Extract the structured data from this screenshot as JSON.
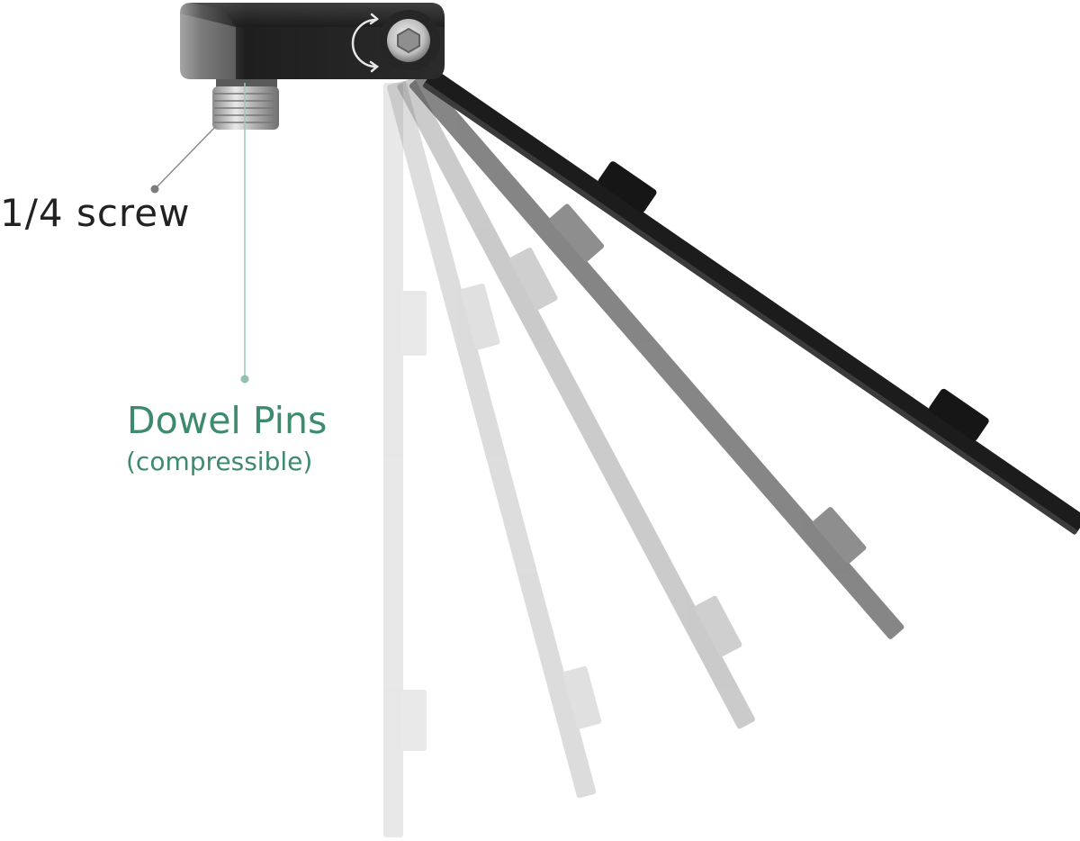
{
  "labels": {
    "screw": "1/4 screw",
    "dowel_title": "Dowel Pins",
    "dowel_subtitle": "(compressible)"
  },
  "colors": {
    "accent_green": "#3d8b6c",
    "callout_green_line": "#9cc9b6",
    "callout_gray_line": "#8a8a8a",
    "text_dark": "#222222",
    "bracket_dark": "#2a2a2a"
  },
  "icons": {
    "rotation": "rotate-arrows-icon",
    "hex_bolt": "hex-socket-screw-icon"
  }
}
